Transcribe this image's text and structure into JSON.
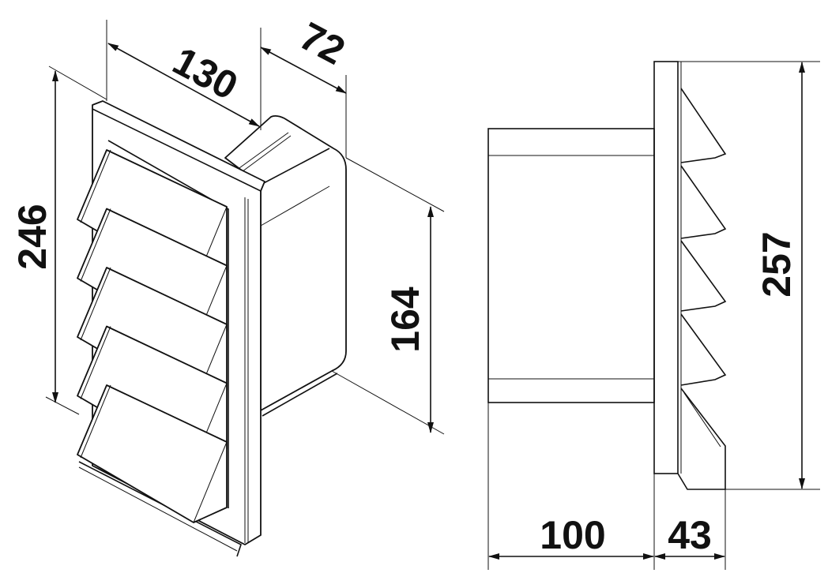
{
  "title": "Louvred wall vent dimension drawing",
  "dimensions": {
    "width": "130",
    "depth_isometric": "72",
    "height_frame": "246",
    "height_duct": "164",
    "height_total": "257",
    "duct_length": "100",
    "louver_depth": "43"
  },
  "colors": {
    "line": "#111111",
    "background": "#ffffff"
  }
}
